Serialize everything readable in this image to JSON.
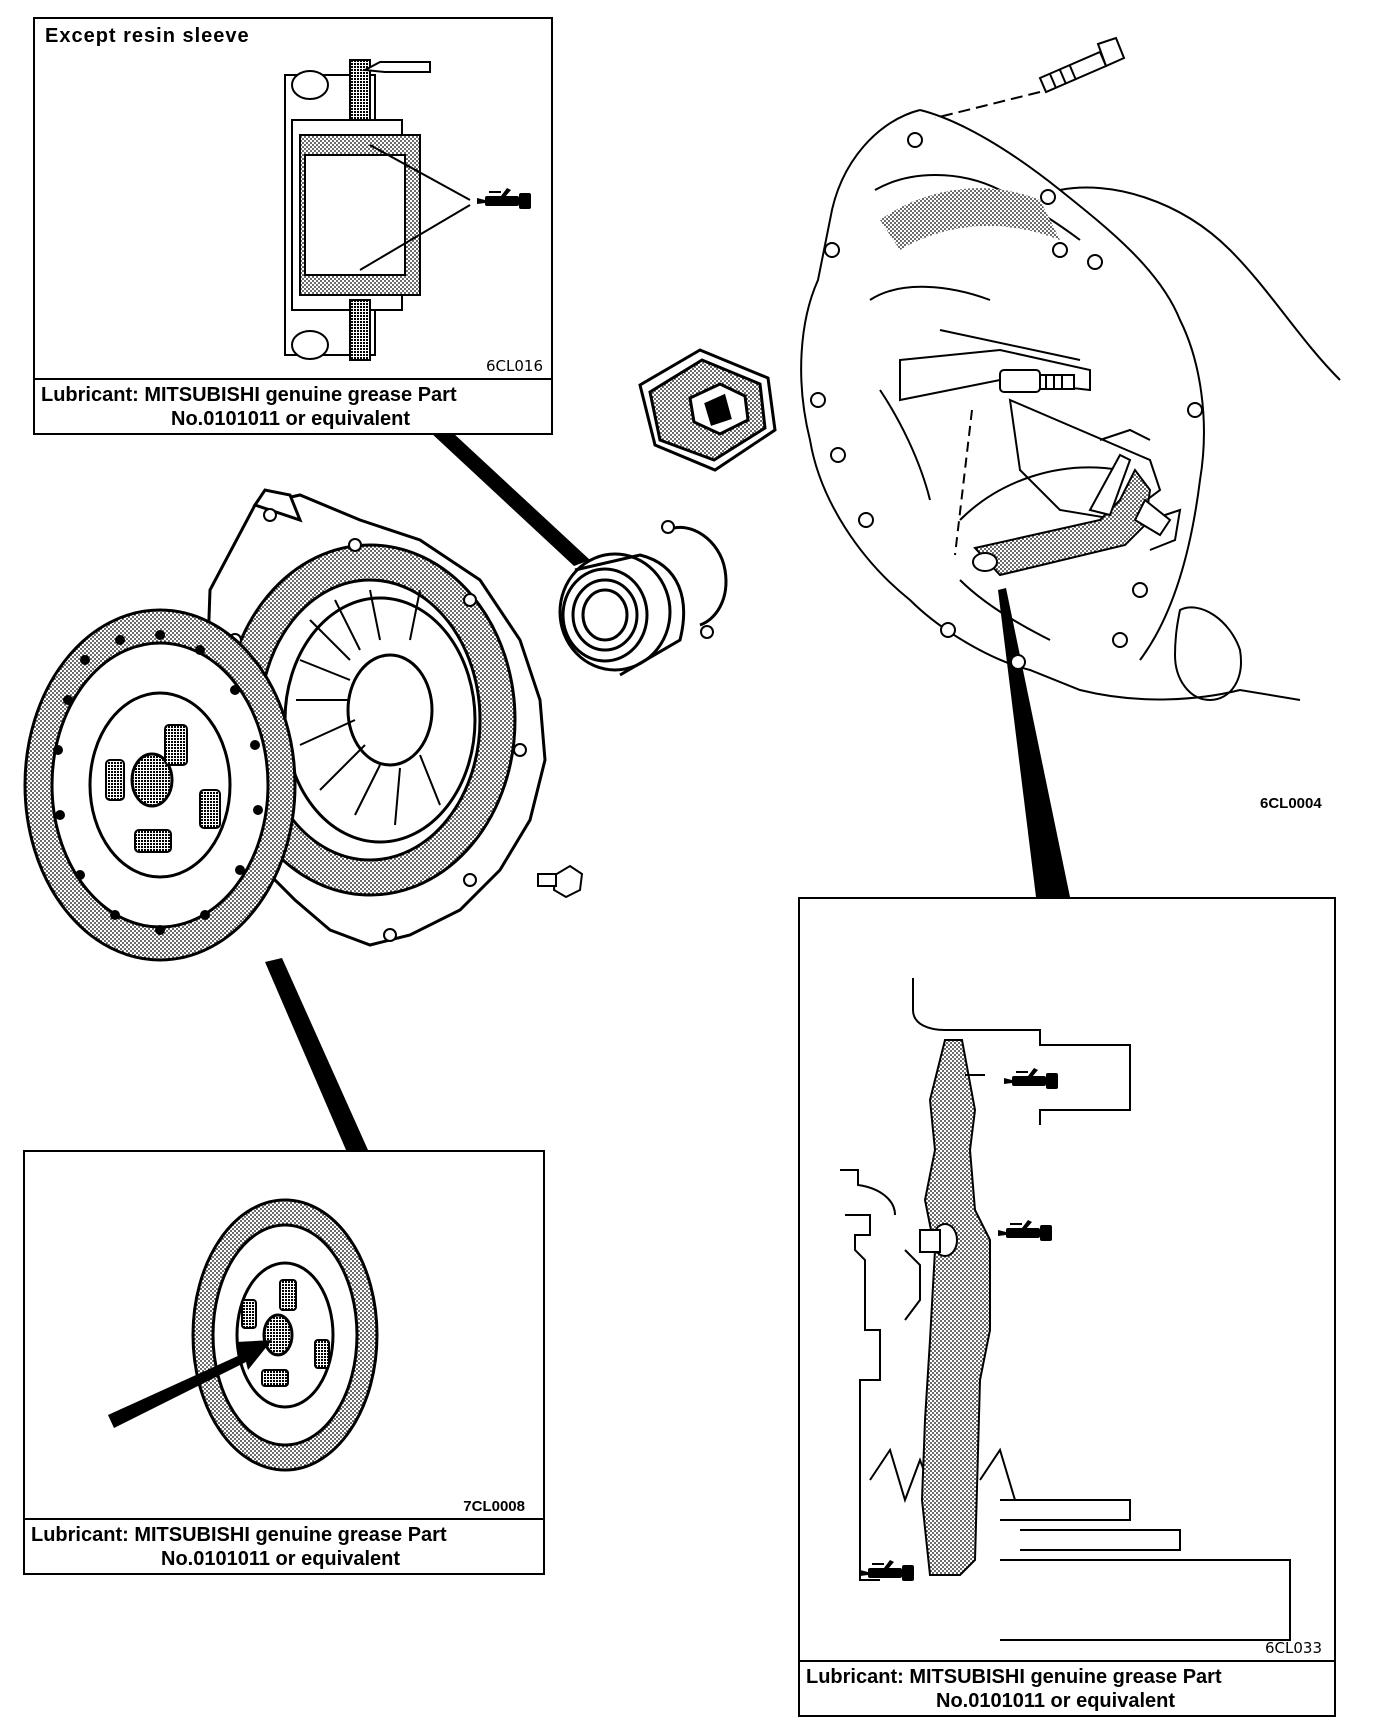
{
  "inset_bearing": {
    "header": "Except resin sleeve",
    "code": "6CL016",
    "lubricant_line1": "Lubricant: MITSUBISHI genuine grease Part",
    "lubricant_line2": "No.0101011 or equivalent"
  },
  "inset_disc": {
    "code": "7CL0008",
    "lubricant_line1": "Lubricant: MITSUBISHI genuine grease Part",
    "lubricant_line2": "No.0101011 or equivalent"
  },
  "inset_fork": {
    "code": "6CL033",
    "lubricant_line1": "Lubricant: MITSUBISHI genuine grease Part",
    "lubricant_line2": "No.0101011 or equivalent"
  },
  "main_figure": {
    "code": "6CL0004"
  },
  "icons": [
    "grease-gun-icon"
  ]
}
